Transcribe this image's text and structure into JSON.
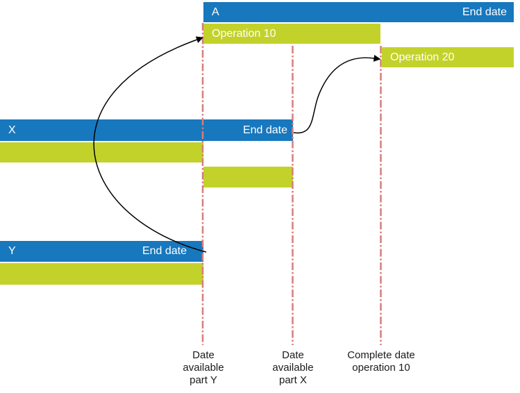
{
  "colors": {
    "background": "#FFFFFF",
    "bar_blue": "#1778BE",
    "bar_green": "#C3D22B",
    "bar_text": "#FFFFFF",
    "guide_line": "#D97C7C",
    "arrow": "#000000",
    "milestone_text": "#1A1A1A"
  },
  "bars": {
    "a": {
      "label": "A",
      "end_label": "End date"
    },
    "operation10": {
      "label": "Operation 10"
    },
    "operation20": {
      "label": "Operation 20"
    },
    "x": {
      "label": "X",
      "end_label": "End date"
    },
    "y": {
      "label": "Y",
      "end_label": "End date"
    }
  },
  "milestones": {
    "part_y": "Date\navailable\npart Y",
    "part_x": "Date\navailable\npart X",
    "complete_op10": "Complete date\noperation 10"
  }
}
